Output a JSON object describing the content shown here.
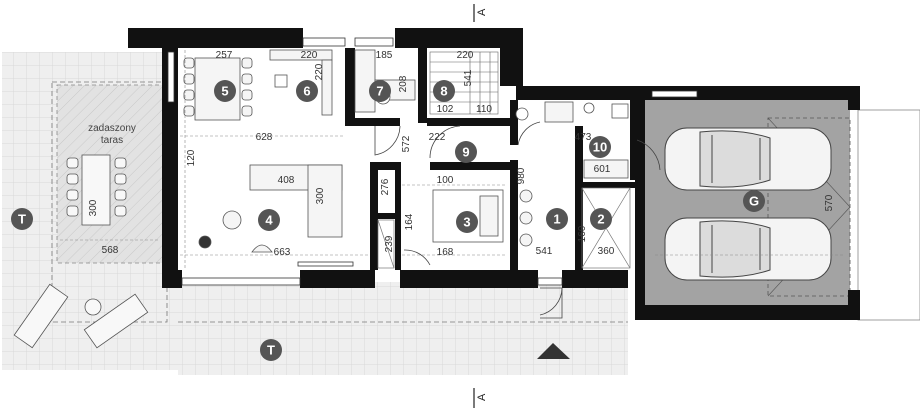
{
  "colors": {
    "wall": "#111111",
    "terrace_fill": "#eeeeee",
    "garage_fill": "#9a9a9a",
    "room_badge": "#555555",
    "line": "#666666"
  },
  "section": {
    "top": "A",
    "bottom": "A"
  },
  "terrace_label": [
    "zadaszony",
    "taras"
  ],
  "rooms": [
    "T",
    "5",
    "6",
    "7",
    "8",
    "9",
    "4",
    "3",
    "1",
    "10",
    "2",
    "G",
    "T"
  ],
  "dims": [
    "257",
    "220",
    "185",
    "220",
    "220",
    "208",
    "102",
    "110",
    "541",
    "628",
    "120",
    "572",
    "222",
    "473",
    "980",
    "601",
    "408",
    "300",
    "100",
    "276",
    "164",
    "239",
    "160",
    "360",
    "168",
    "541",
    "663",
    "300",
    "568",
    "570"
  ],
  "icons": [
    "north-arrow-icon"
  ]
}
